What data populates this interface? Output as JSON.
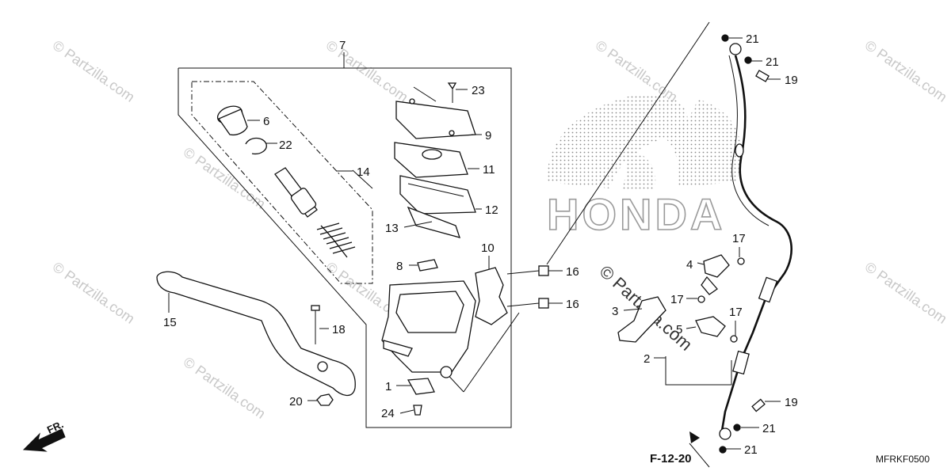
{
  "diagram": {
    "parts": {
      "p1": "1",
      "p2": "2",
      "p3": "3",
      "p4": "4",
      "p5": "5",
      "p6": "6",
      "p7": "7",
      "p8": "8",
      "p9": "9",
      "p10": "10",
      "p11": "11",
      "p12": "12",
      "p13": "13",
      "p14": "14",
      "p15": "15",
      "p16a": "16",
      "p16b": "16",
      "p17a": "17",
      "p17b": "17",
      "p17c": "17",
      "p18": "18",
      "p19a": "19",
      "p19b": "19",
      "p20": "20",
      "p21a": "21",
      "p21b": "21",
      "p21c": "21",
      "p21d": "21",
      "p22": "22",
      "p23": "23",
      "p24": "24"
    },
    "reference": "F-12-20",
    "diagram_code": "MFRKF0500",
    "front_label": "FR.",
    "brand_watermark": "HONDA",
    "watermarks": {
      "w1": "© Partzilla.com",
      "w2": "© Partzilla.com",
      "w3": "© Partzilla.com",
      "w4": "© Partzilla.com",
      "w5": "© Partzilla.com",
      "w6": "© Partzilla.com",
      "w7": "© Partzilla.com",
      "w8": "© Partzilla.com",
      "w9": "© Partzilla.com",
      "center": "© Partzilla.com"
    }
  }
}
